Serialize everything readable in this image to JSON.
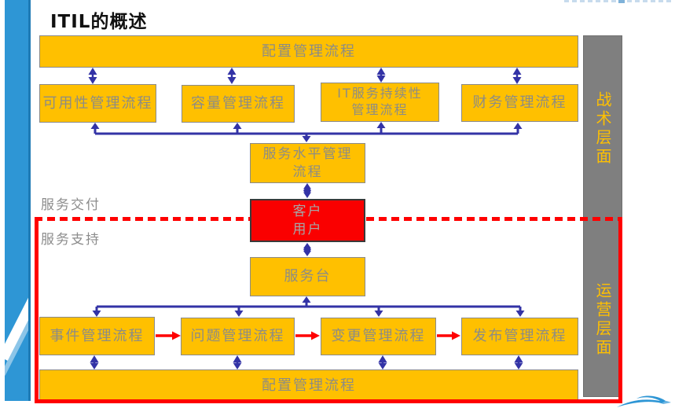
{
  "title": "ITIL的概述",
  "side_labels": {
    "delivery": "服务交付",
    "support": "服务支持"
  },
  "layer_bar": {
    "tactical": "战术层面",
    "operational": "运营层面"
  },
  "boxes": {
    "config_top": "配置管理流程",
    "availability": "可用性管理流程",
    "capacity": "容量管理流程",
    "it_continuity": "IT服务持续性\n管理流程",
    "finance": "财务管理流程",
    "service_level": "服务水平管理\n流程",
    "customer": "客户\n用户",
    "service_desk": "服务台",
    "incident": "事件管理流程",
    "problem": "问题管理流程",
    "change": "变更管理流程",
    "release": "发布管理流程",
    "config_bottom": "配置管理流程"
  },
  "colors": {
    "box_fill": "#FFC000",
    "box_text": "#8C8C85",
    "navy": "#3333A6",
    "red": "#FF0000",
    "bar_gray": "#7F7F7F",
    "accent_blue": "#2E96D5",
    "customer_fill": "#FA0000",
    "customer_text": "#A6A6A6",
    "label_gray": "#8C8C8C",
    "title_color": "#111111"
  }
}
